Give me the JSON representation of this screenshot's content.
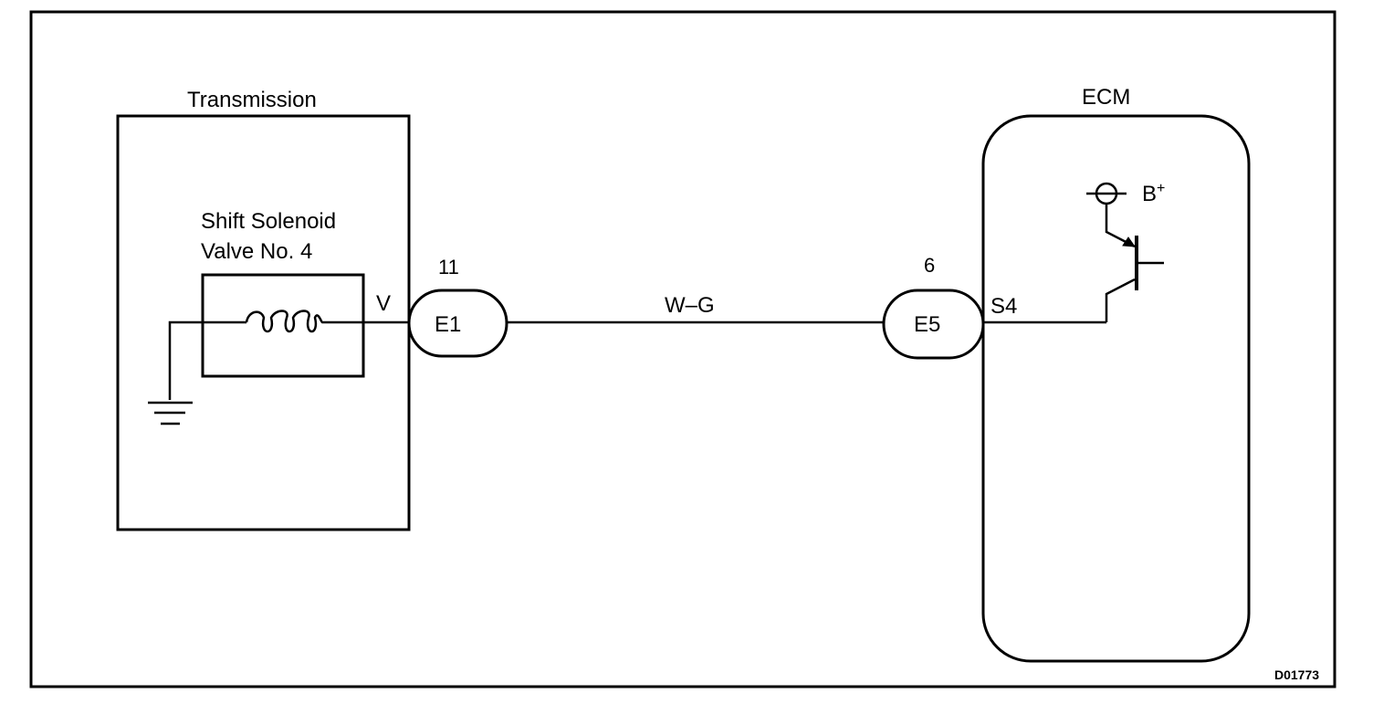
{
  "diagram": {
    "transmission_title": "Transmission",
    "solenoid_line1": "Shift Solenoid",
    "solenoid_line2": "Valve No. 4",
    "wire_color_v": "V",
    "pin_e1": "11",
    "connector_e1": "E1",
    "wire_color_wg": "W–G",
    "pin_e5": "6",
    "connector_e5": "E5",
    "terminal_s4": "S4",
    "ecm_title": "ECM",
    "supply_b": "B",
    "supply_plus": "+",
    "figure_code": "D01773"
  }
}
